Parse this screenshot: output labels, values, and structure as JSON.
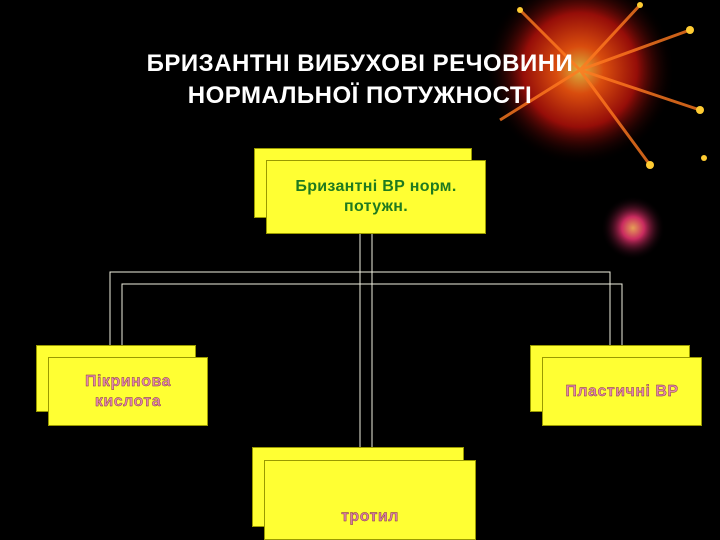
{
  "slide": {
    "title_line1": "БРИЗАНТНІ ВИБУХОВІ РЕЧОВИНИ",
    "title_line2": "НОРМАЛЬНОЇ ПОТУЖНОСТІ"
  },
  "diagram": {
    "root": {
      "label_line1": "Бризантні ВР норм.",
      "label_line2": "потужн."
    },
    "left": {
      "label_line1": "Пікринова",
      "label_line2": "кислота"
    },
    "right": {
      "label": "Пластичні ВР"
    },
    "bottom": {
      "label": "тротил"
    }
  },
  "colors": {
    "background": "#000000",
    "box_fill": "#ffff33",
    "root_text": "#1f7a1f",
    "child_text": "#e58aa8",
    "connector": "#f0f0e0",
    "decor": "fireworks-red"
  }
}
